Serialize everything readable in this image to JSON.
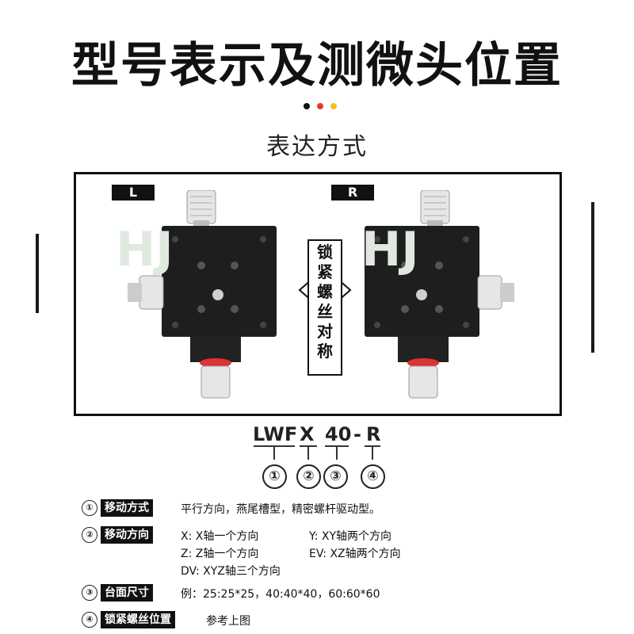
{
  "title": "型号表示及测微头位置",
  "subtitle": "表达方式",
  "dot_colors": [
    "#111111",
    "#e23b25",
    "#f2c01d"
  ],
  "diagram": {
    "left_tag": "L",
    "right_tag": "R",
    "center_label": "锁紧螺丝对称"
  },
  "model_code": {
    "part1": "LWF",
    "part2": "X",
    "part3": "40",
    "sep": "-",
    "part4": "R",
    "markers": [
      "①",
      "②③",
      "④"
    ],
    "marker1": "①",
    "marker2": "②",
    "marker3": "③",
    "marker4": "④"
  },
  "legend": [
    {
      "num": "①",
      "label": "移动方式",
      "lines": [
        "平行方向，燕尾槽型，精密螺杆驱动型。"
      ]
    },
    {
      "num": "②",
      "label": "移动方向",
      "lines": [
        "X:  X轴一个方向",
        "Y:  XY轴两个方向",
        "Z:  Z轴一个方向",
        "EV:  XZ轴两个方向",
        "DV:  XYZ轴三个方向"
      ]
    },
    {
      "num": "③",
      "label": "台面尺寸",
      "lines": [
        "例：25:25*25，40:40*40，60:60*60"
      ]
    },
    {
      "num": "④",
      "label": "锁紧螺丝位置",
      "lines": [
        "参考上图"
      ]
    }
  ]
}
